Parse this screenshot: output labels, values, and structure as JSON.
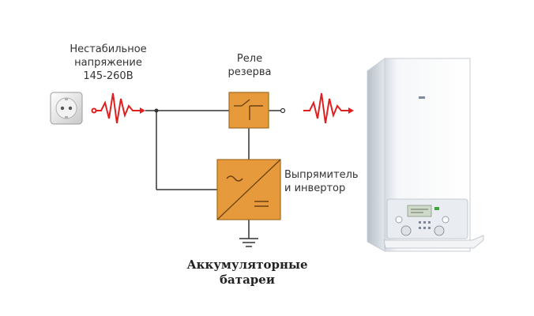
{
  "labels": {
    "unstable_voltage_line1": "Нестабильное",
    "unstable_voltage_line2": "напряжение",
    "unstable_voltage_line3": "145-260В",
    "relay_line1": "Реле",
    "relay_line2": "резерва",
    "rectifier_line1": "Выпрямитель",
    "rectifier_line2": "и инвертор",
    "batteries_line1": "Аккумуляторные",
    "batteries_line2": "батареи"
  },
  "colors": {
    "block_fill": "#e79a3c",
    "block_stroke": "#a56a20",
    "wave": "#e02020",
    "wire": "#333333"
  },
  "icons": {
    "socket": "wall-socket-icon",
    "boiler": "gas-boiler-icon",
    "ground": "ground-icon"
  }
}
